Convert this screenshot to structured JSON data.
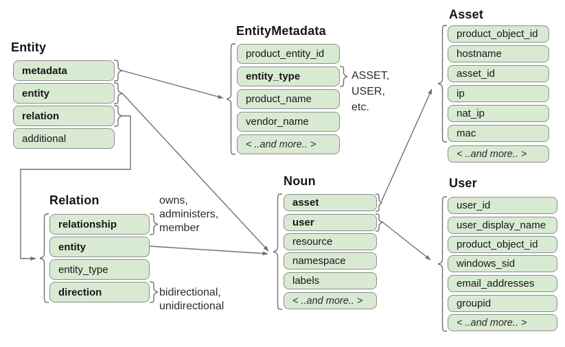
{
  "colors": {
    "field_fill": "#d9ead3",
    "field_border": "#8c8c8c",
    "connector": "#6e6e6e"
  },
  "boxes": {
    "entity": {
      "title": "Entity",
      "fields": [
        "metadata",
        "entity",
        "relation",
        "additional"
      ]
    },
    "entityMetadata": {
      "title": "EntityMetadata",
      "fields": [
        "product_entity_id",
        "entity_type",
        "product_name",
        "vendor_name",
        "< ..and more.. >"
      ]
    },
    "asset": {
      "title": "Asset",
      "fields": [
        "product_object_id",
        "hostname",
        "asset_id",
        "ip",
        "nat_ip",
        "mac",
        "< ..and more.. >"
      ]
    },
    "noun": {
      "title": "Noun",
      "fields": [
        "asset",
        "user",
        "resource",
        "namespace",
        "labels",
        "< ..and more.. >"
      ]
    },
    "user": {
      "title": "User",
      "fields": [
        "user_id",
        "user_display_name",
        "product_object_id",
        "windows_sid",
        "email_addresses",
        "groupid",
        "< ..and more.. >"
      ]
    },
    "relation": {
      "title": "Relation",
      "fields": [
        "relationship",
        "entity",
        "entity_type",
        "direction"
      ]
    }
  },
  "annotations": {
    "entityTypeValues": [
      "ASSET,",
      "USER,",
      "etc."
    ],
    "relationshipValues": [
      "owns,",
      "administers,",
      "member"
    ],
    "directionValues": [
      "bidirectional,",
      "unidirectional"
    ]
  }
}
